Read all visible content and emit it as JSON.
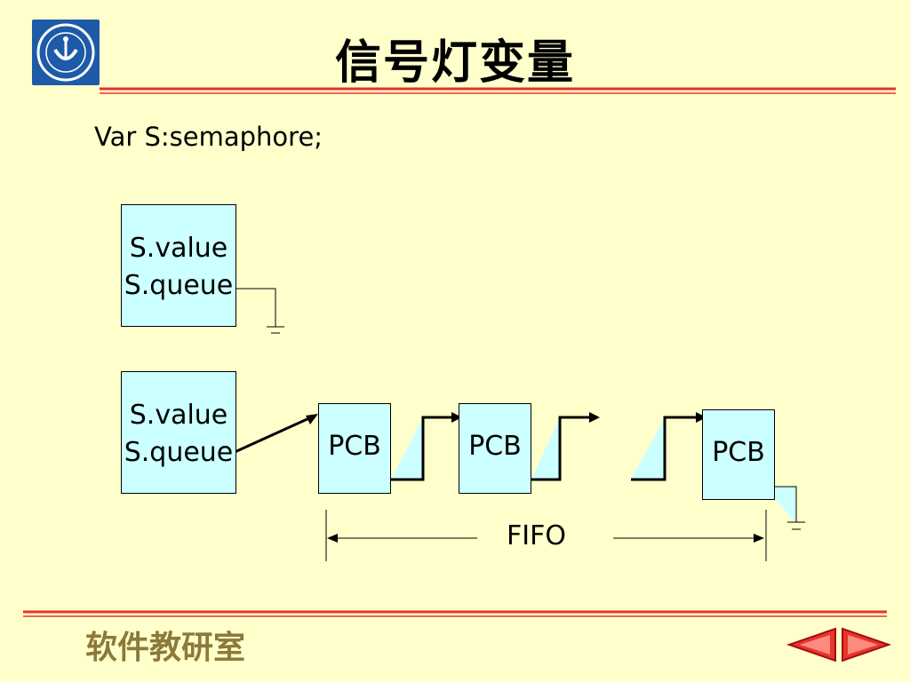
{
  "title": "信号灯变量",
  "code_line": "Var S:semaphore;",
  "semaphore_1": {
    "value_label": "S.value",
    "queue_label": "S.queue"
  },
  "semaphore_2": {
    "value_label": "S.value",
    "queue_label": "S.queue"
  },
  "pcbs": [
    "PCB",
    "PCB",
    "PCB"
  ],
  "fifo_label": "FIFO",
  "footer": "软件教研室",
  "nav": {
    "prev_icon": "triangle-left-icon",
    "next_icon": "triangle-right-icon"
  },
  "colors": {
    "background": "#ffffcc",
    "box_fill": "#ccffff",
    "rule_red": "#e8342a",
    "logo_blue": "#1d5aa8",
    "footer_text": "#8c7a3a"
  }
}
